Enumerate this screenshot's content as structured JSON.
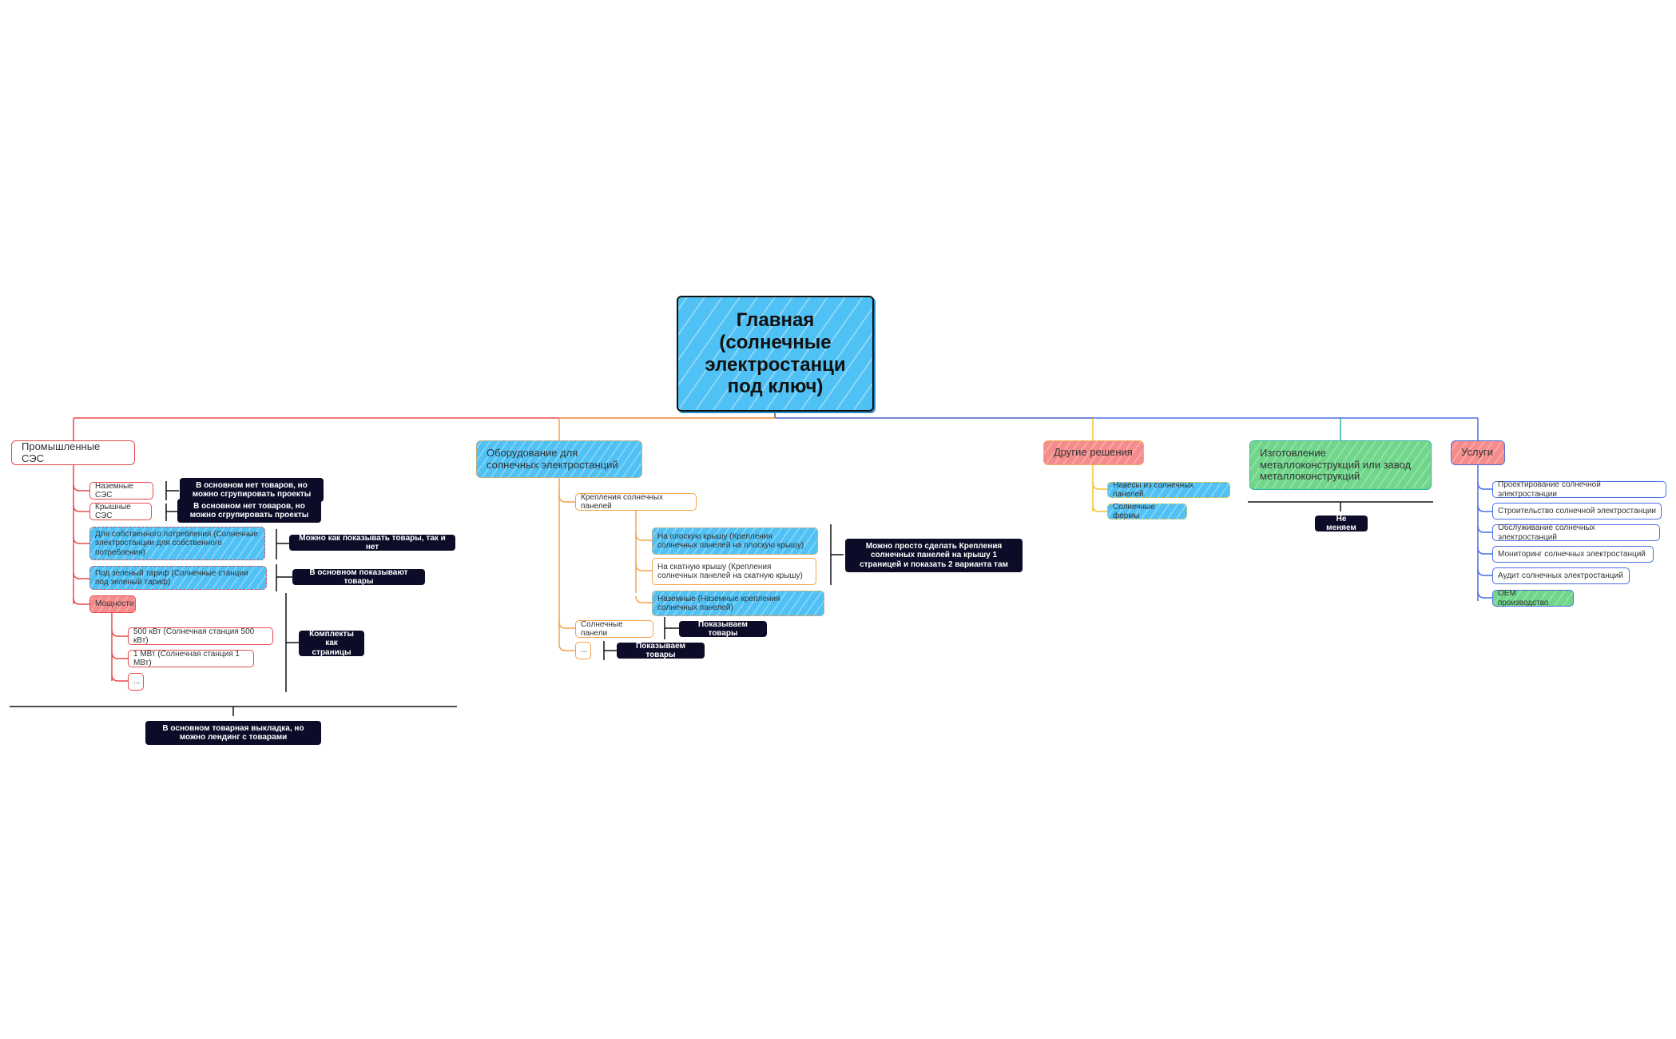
{
  "root": {
    "title": "Главная (солнечные электростанци под ключ)"
  },
  "colors": {
    "red": "#e84a4a",
    "orange": "#f4a24a",
    "yellow": "#f2c230",
    "teal": "#2ab3a0",
    "blue": "#4a6fe3",
    "note_bg": "#0c0c28",
    "root_fill": "#4fc1f5"
  },
  "branches": {
    "industrial": {
      "label": "Промышленные СЭС",
      "items": [
        "Наземные СЭС",
        "Крышные СЭС",
        "Для собственного потребления (Солнечные электростанции для собственного потребления)",
        "Под зеленый тариф (Солнечные станции под зеленый тариф)",
        "Мощности"
      ],
      "power_items": [
        "500 кВт (Солнечная станция 500 кВт)",
        "1 МВт (Солнечная станция 1 МВт)",
        "..."
      ],
      "notes": [
        "В основном нет товаров, но можно сгрупировать проекты",
        "В основном нет товаров, но можно сгрупировать проекты",
        "Можно как показывать товары, так и нет",
        "В основном показывают товары",
        "Комплекты как страницы",
        "В основном товарная выкладка, но можно лендинг с товарами"
      ]
    },
    "equipment": {
      "label": "Оборудование для солнечных электростанций",
      "mounts": "Крепления солнечных панелей",
      "mount_items": [
        "На плоскую крышу (Крепления солнечных панелей на плоскую крышу)",
        "На скатную крышу (Крепления солнечных панелей на скатную крышу)",
        "Наземные (Наземные крепления солнечных панелей)"
      ],
      "panels": "Солнечные панели",
      "more": "...",
      "notes": [
        "Можно просто сделать Крепления солнечных панелей на крышу 1 страницей и показать 2 варианта там",
        "Показываем товары",
        "Показываем товары"
      ]
    },
    "other": {
      "label": "Другие решения",
      "items": [
        "Навесы из солнечных панелей",
        "Солнечные фермы"
      ]
    },
    "metal": {
      "label": "Изготовление металлоконструкций или завод металлоконструкций",
      "note": "Не меняем"
    },
    "services": {
      "label": "Услуги",
      "items": [
        "Проектирование солнечной электростанции",
        "Строительство солнечной электростанции",
        "Обслуживание солнечных электростанций",
        "Мониторинг солнечных электростанций",
        "Аудит солнечных электростанций",
        "OEM производство"
      ]
    }
  }
}
